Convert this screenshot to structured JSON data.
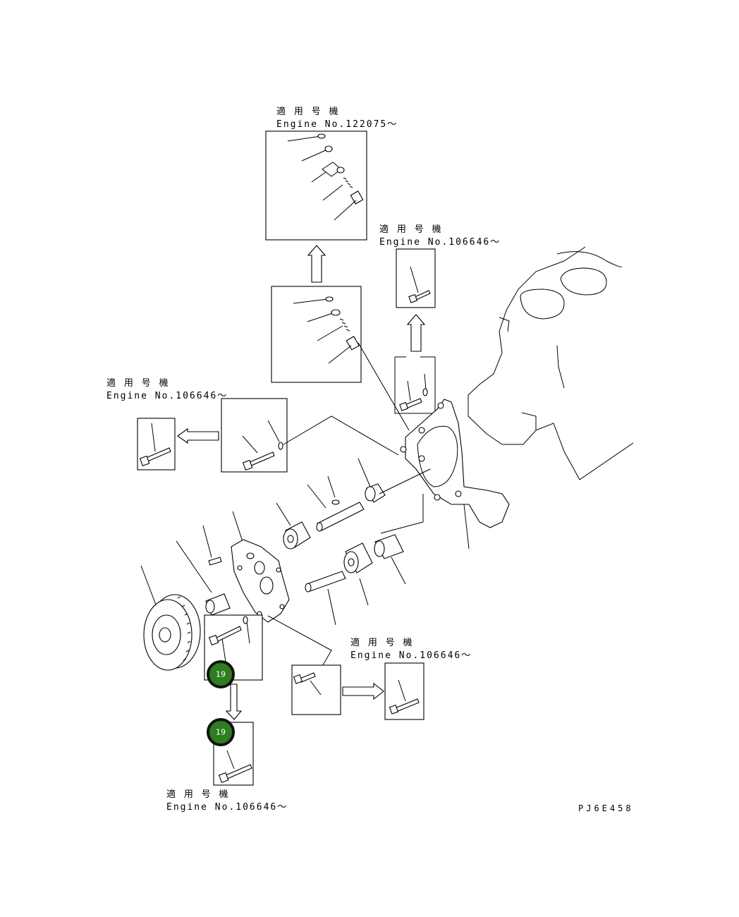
{
  "labels": {
    "top": {
      "line1": "適 用 号 機",
      "line2": "Engine No.122075～"
    },
    "right_upper": {
      "line1": "適 用 号 機",
      "line2": "Engine No.106646～"
    },
    "left": {
      "line1": "適 用 号 機",
      "line2": "Engine No.106646～"
    },
    "right_lower": {
      "line1": "適 用 号 機",
      "line2": "Engine No.106646～"
    },
    "bottom": {
      "line1": "適 用 号 機",
      "line2": "Engine No.106646～"
    }
  },
  "callouts": [
    {
      "number": "19"
    },
    {
      "number": "19"
    }
  ],
  "drawing_code": "PJ6E458",
  "accent_color": "#2e7d1f"
}
